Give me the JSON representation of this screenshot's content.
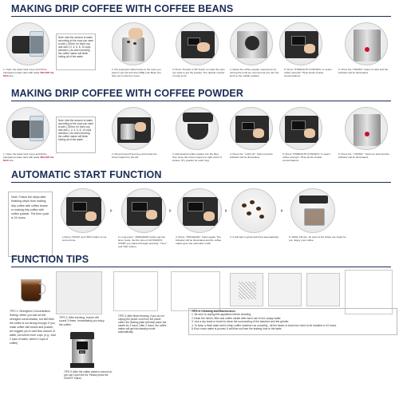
{
  "sections": {
    "beans": {
      "title": "MAKING DRIP COFFEE WITH COFFEE BEANS",
      "note": "Note: Add the amount of water according to the cups you want to add ( 230mL for each cup and add 1,2, 4, 6, 8, 10 cups selection )  As when brewing the coffee maker will finish boiling all of the water.",
      "steps": [
        {
          "text": "1. Open the water tank cover and fill the transparent water tank with water",
          "red": "BELOW the MAX",
          "tail": " line."
        },
        {
          "text": "2. Put prepared coffee beans in the cups you want to put but less than 288g max Bean box then put on the box cover."
        },
        {
          "text": "3. Press \"Powder 2.38\" button to make the cups you want to get the powder. The default number of cups is 10."
        },
        {
          "text": "4. Adjust the coffee powder coarseness by turning the knob,we recommend you turn the knob to the middle position"
        },
        {
          "text": "5. Press \"STRENGTH CONTROL\" to select coffee strength. Three kinds of taste concentrations."
        },
        {
          "text": "6. Press the \"ON/OFF\" button to start and the indicator will be illuminated."
        }
      ]
    },
    "powder": {
      "title": "MAKING DRIP COFFEE WITH COFFEE POWDER",
      "note": "Note: Add the amount of water according to the cups you want to add ( 230mL for each cup and add 1, 2, 4, 6, 8, 10 cups selection )  As when brewing the coffee maker will finish boiling all of the water.",
      "steps": [
        {
          "text": "1. Open the water tank cover and fill the transparent water tank with water",
          "red": "BELOW the MAX",
          "tail": " line."
        },
        {
          "text": "2. Press Funnel Press Key and rotate the funnel support to the left."
        },
        {
          "text": "3. Add desired coffee powder into the filter, then close the funnel support to right until it is locked. (Try powder for each cup)"
        },
        {
          "text": "4. Press the \" Grind off \" button and the indicator will be illuminated."
        },
        {
          "text": "5. Press \"STRENGTH CONTROL\" to select coffee strength. Three kinds of taste concentrations."
        },
        {
          "text": "6. Press the \" ON/OFF \" button to start and the indicator will be illuminated."
        }
      ]
    },
    "auto": {
      "title": "AUTOMATIC START FUNCTION",
      "note": "Note: Follow the steps after finishing steps from making drip coffee with coffee beans or making drip coffee with coffee powder. The time cycle is 24 hours.",
      "steps": [
        {
          "text": "1.Press \"HOUR\" and \"MIN\" button to set current time."
        },
        {
          "text": "2. Long press \" PROGRAM\" button get into timer mode. Set the time of AUTOMATIC START you wanted through pressing \" Hour \" and \"Min\" button."
        },
        {
          "text": "3. Press \" PROGRAM \" button again. The indicator will be illuminated and the coffee maker gets into automatic mode."
        },
        {
          "text": "4. It will start to grind and brew automatically."
        },
        {
          "text": "5. Within 16mins, 10 cups of hot coffee are ready for you. Enjoy your coffee."
        }
      ]
    },
    "tips": {
      "title": "FUNCTION TIPS",
      "tip1": "TIPS 1: Strengthen Concentration Setting: When you had set the strongest concentration, but still think the coffee is not strong enough. If you make coffee with beans and powder, we suggest you to add less amount of water, but select more cups. (e.g.: Add 2 cups of water, select 4 cups of coffee)",
      "tip2": "TIPS 2: After brewing, buzzer will sound 3 times. Immediately you enjoy the coffee.",
      "tip3": "TIPS 3: After finish brewing, if you do not unplug the power cord from the power outlet, the heating plate will keep warm the carafe for 2 hours. After 2 hours, the coffee maker will get into standby mode automatically.",
      "tip4": "TIPS 4: Cleaning and Maintenance",
      "tip4_lines": [
        "1. Be sure to unplug this appliance before cleaning.",
        "2.Clean the funnel, filter and coffee carafe after each use in hot, soapy water.",
        "3. Use a dry towel or brush to clean the surrounding of the beanbox and the grinder.",
        "4. To keep a fresh taste and to keep coffee machine run smoothly , all the beans in bean box need to be handled in 24 hours.",
        "5.If too much water is poured, it will flow out from the leaking hole to the table."
      ],
      "tip5": "TIPS 5: After the coffee maker is turned on, you can't open the lid. Please press the ON/OFF button.",
      "machine_label": "Gevi"
    }
  }
}
